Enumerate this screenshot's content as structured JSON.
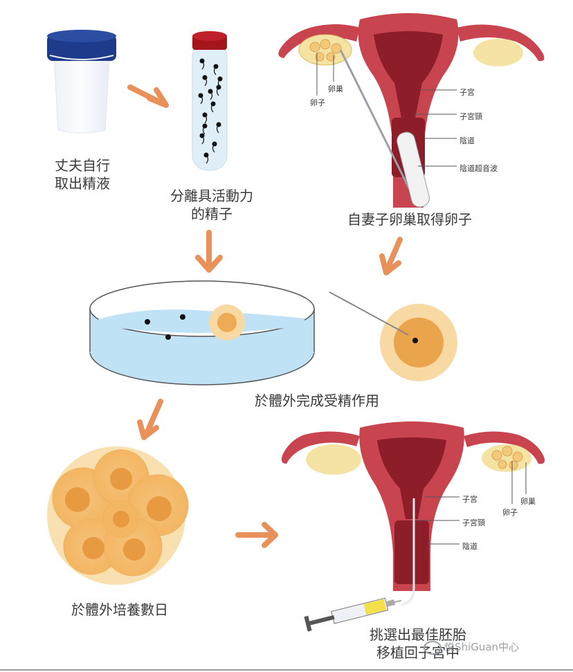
{
  "steps": {
    "semen": [
      "丈夫自行",
      "取出精液"
    ],
    "sperm_sep": [
      "分離具活動力",
      "的精子"
    ],
    "egg_retrieval": "自妻子卵巢取得卵子",
    "fertilization": "於體外完成受精作用",
    "culture": "於體外培養數日",
    "transfer": [
      "挑選出最佳胚胎",
      "移植回子宮中"
    ]
  },
  "anatomy_top": {
    "ovary": "卵巢",
    "egg": "卵子",
    "uterus": "子宮",
    "cervix": "子宮頸",
    "vagina": "陰道",
    "probe": "陰道超音波"
  },
  "anatomy_bottom": {
    "uterus": "子宮",
    "cervix": "子宮頸",
    "vagina": "陰道",
    "ovary": "卵巢",
    "egg": "卵子"
  },
  "watermark": "悦ShiGuan中心",
  "colors": {
    "arrow": "#e8915a",
    "uterus_outer": "#c8454f",
    "uterus_inner": "#e89a9c",
    "cavity": "#8e1d2a",
    "ovary": "#f4e3a3",
    "cap_blue": "#1e3a8a",
    "cap_red": "#a6141c",
    "dish_liquid": "#bfe3f5",
    "egg_outer": "#f9d9a3",
    "egg_inner": "#e9a44c"
  }
}
